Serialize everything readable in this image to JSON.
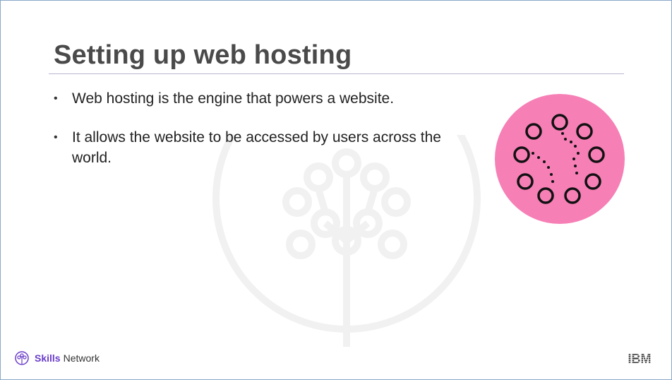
{
  "slide": {
    "title": "Setting up web hosting",
    "bullets": [
      "Web hosting is the engine that powers a website.",
      "It allows the website to be accessed by users across the world."
    ],
    "bullet_marker": "•"
  },
  "footer": {
    "brand_strong": "Skills",
    "brand_rest": "Network",
    "logo_text": "IBM"
  },
  "colors": {
    "title": "#4a4a4a",
    "accent_pink": "#f67fb6",
    "brand_purple": "#6a3cc9"
  }
}
